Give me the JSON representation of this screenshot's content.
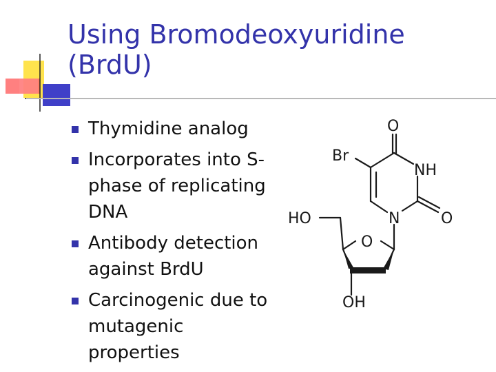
{
  "slide": {
    "title": "Using Bromodeoxyuridine (BrdU)",
    "bullets": [
      {
        "text": "Thymidine analog"
      },
      {
        "text": "Incorporates into S-phase of replicating DNA"
      },
      {
        "text": "Antibody detection against BrdU"
      },
      {
        "text": "Carcinogenic due to mutagenic properties"
      }
    ]
  },
  "molecule": {
    "labels": {
      "o_top": "O",
      "br": "Br",
      "nh": "NH",
      "o_right": "O",
      "n": "N",
      "ho": "HO",
      "o_ring": "O",
      "oh": "OH"
    }
  },
  "colors": {
    "title": "#3333aa",
    "bullet": "#3333aa",
    "deco_yellow": "#ffe34d",
    "deco_blue": "#4040c8",
    "deco_red": "#ff4a4a"
  }
}
